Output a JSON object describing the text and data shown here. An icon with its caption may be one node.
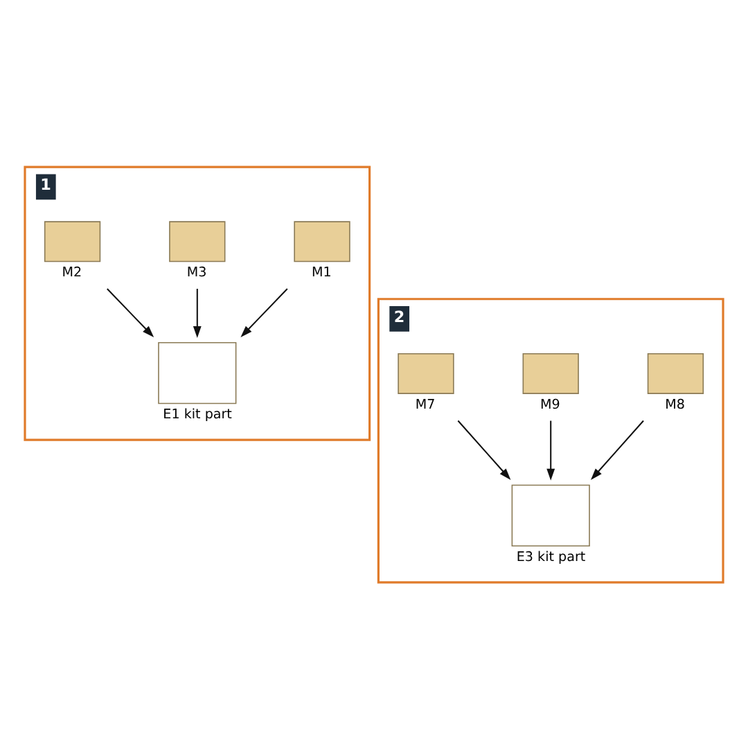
{
  "diagram": {
    "nodes": [
      {
        "text": [
          "1"
        ]
      },
      {
        "text": [],
        "shape": "box",
        "beside": [
          "M3"
        ],
        "in": 0
      },
      {
        "text": [],
        "shape": "box",
        "beside": [
          "M2"
        ],
        "in": 0
      },
      {
        "text": [],
        "shape": "box",
        "beside": [
          "E1 kit part"
        ],
        "in": 0
      },
      {
        "text": [],
        "shape": "box",
        "beside": [
          "M1"
        ],
        "in": 0
      },
      {
        "text": [
          "2"
        ]
      },
      {
        "text": [],
        "shape": "box",
        "beside": [
          "M8"
        ],
        "in": 5
      },
      {
        "text": [],
        "shape": "box",
        "beside": [
          "M9"
        ],
        "in": 5
      },
      {
        "text": [],
        "shape": "box",
        "beside": [
          "M7"
        ],
        "in": 5
      },
      {
        "text": [],
        "shape": "box",
        "beside": [
          "E3 kit part"
        ],
        "in": 5
      }
    ],
    "edges": [
      {
        "from": 1,
        "to": 3,
        "arrow": "to"
      },
      {
        "from": 2,
        "to": 3,
        "arrow": "to"
      },
      {
        "from": 4,
        "to": 3,
        "arrow": "to"
      },
      {
        "from": 6,
        "to": 9,
        "arrow": "to"
      },
      {
        "from": 7,
        "to": 9,
        "arrow": "to"
      },
      {
        "from": 8,
        "to": 9,
        "arrow": "to"
      }
    ]
  }
}
